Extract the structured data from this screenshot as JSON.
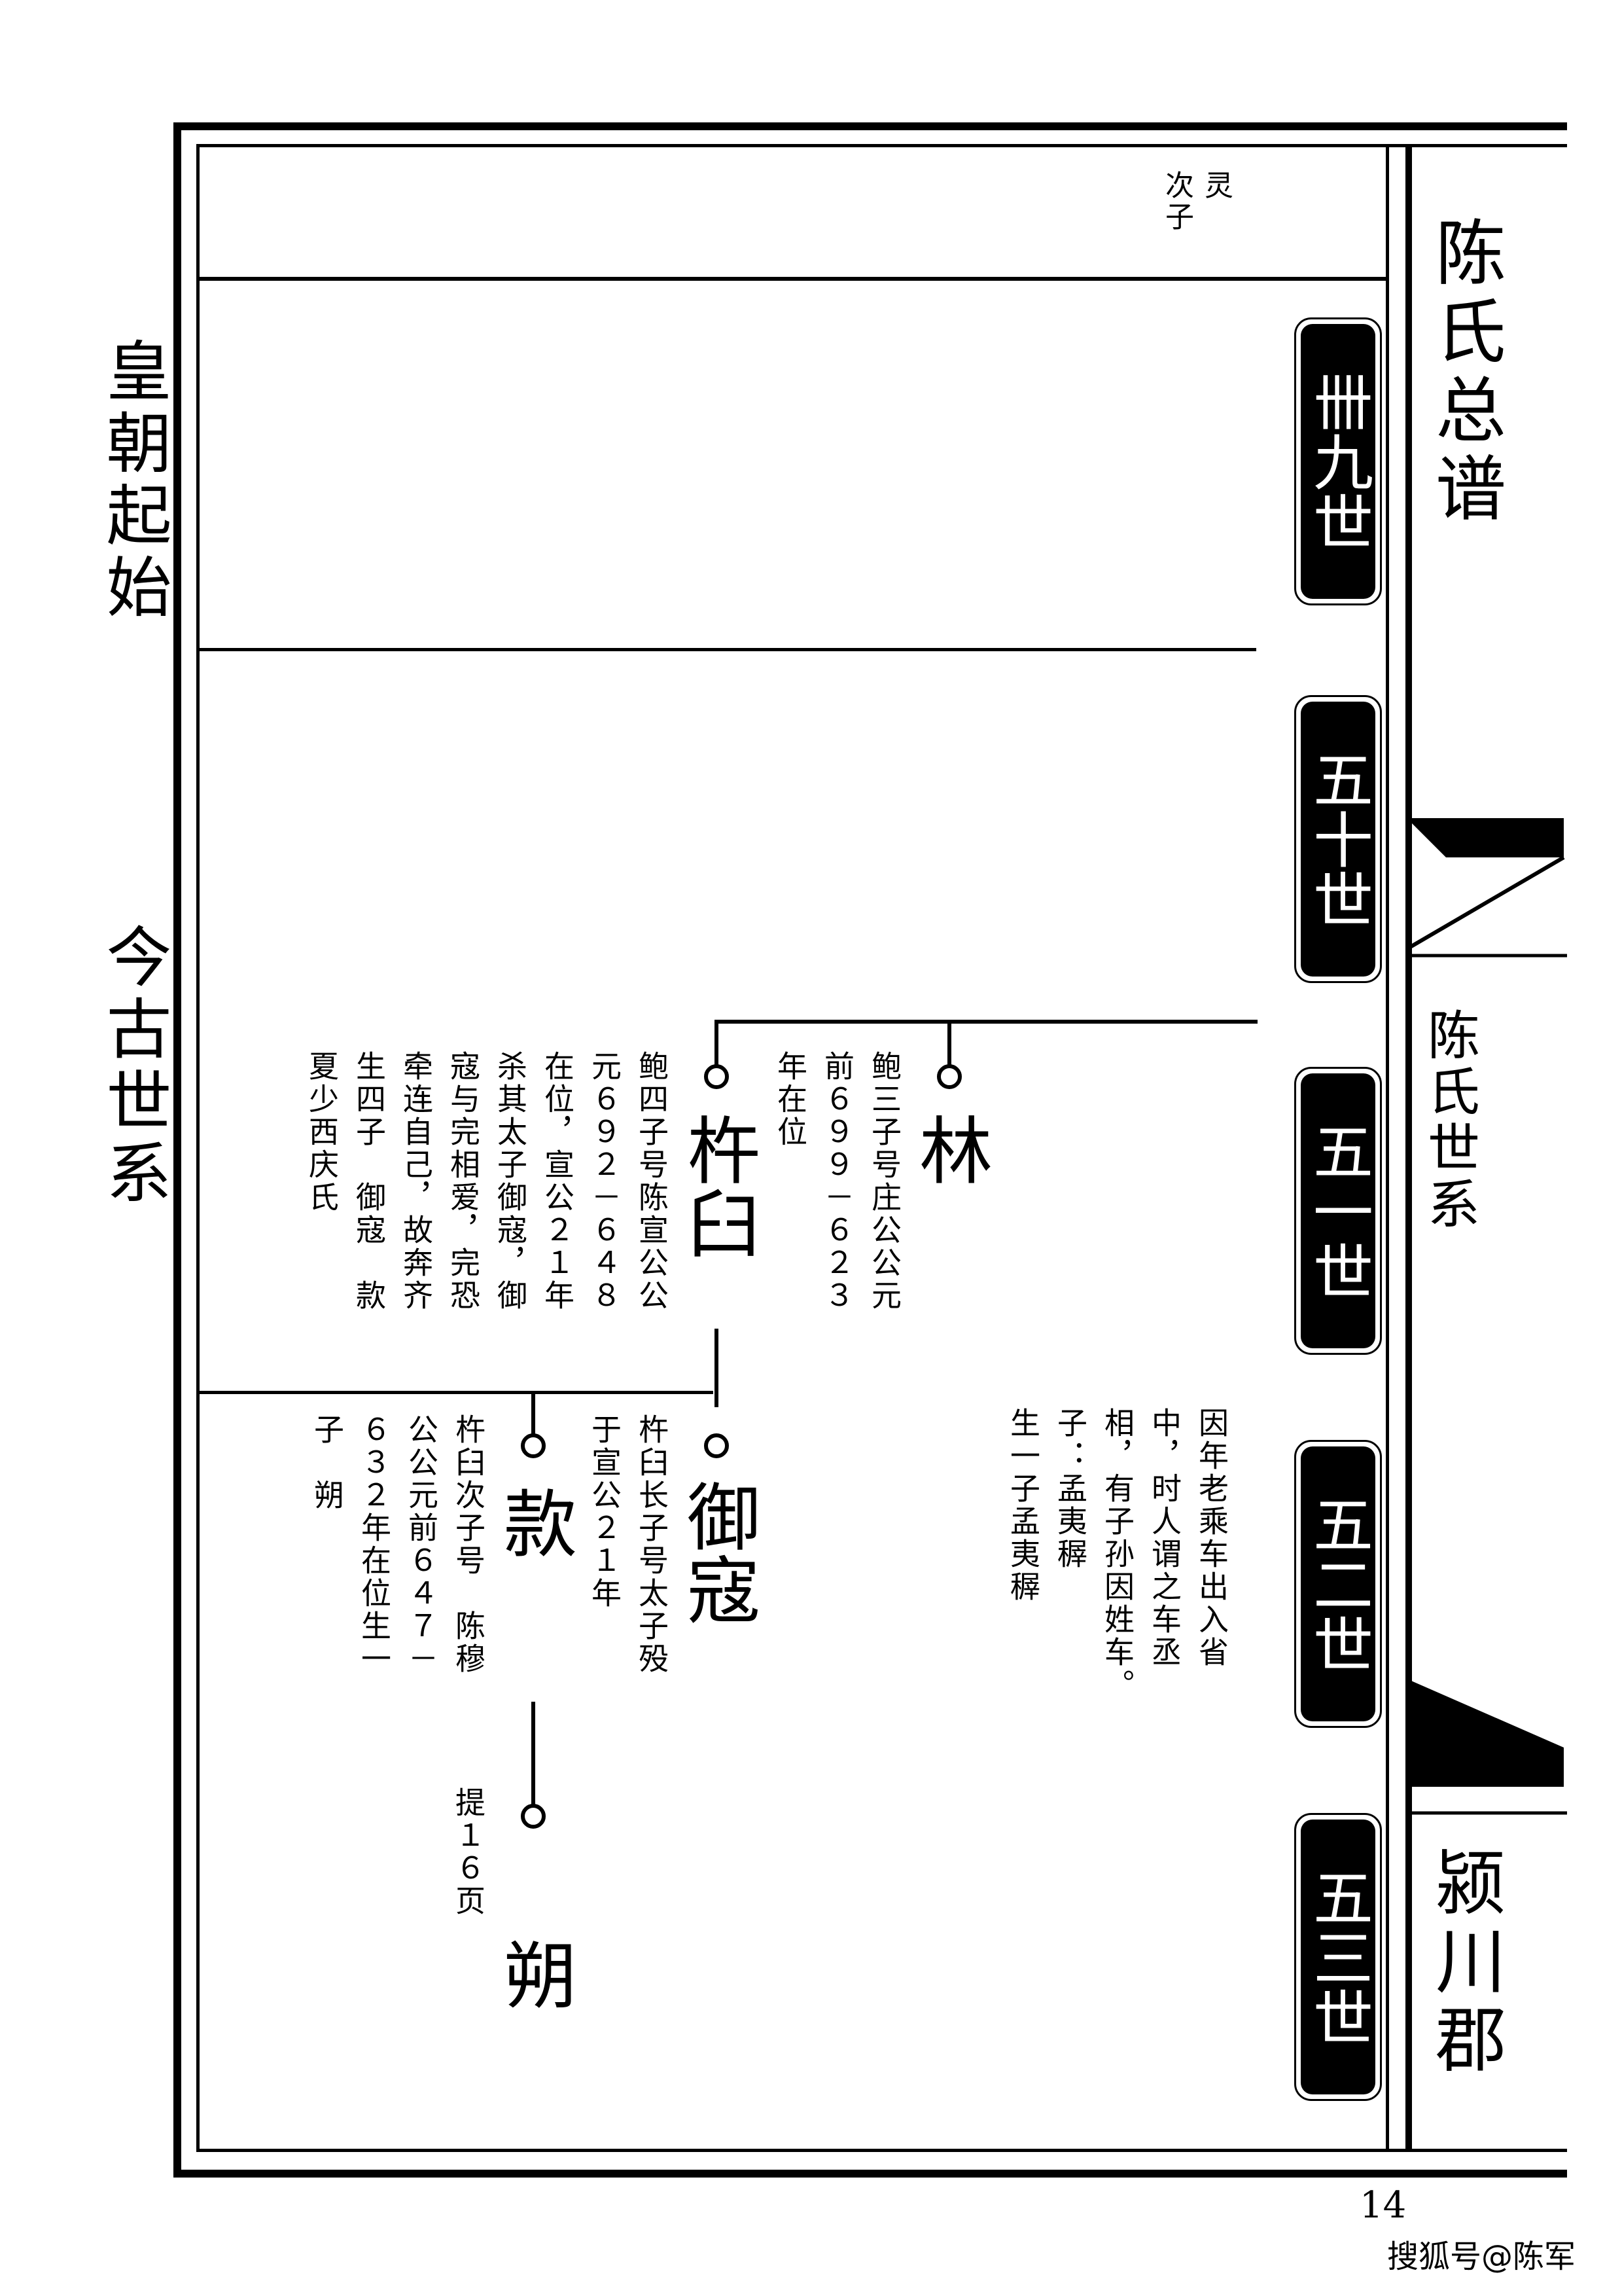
{
  "side": {
    "left_top": "皇朝起始",
    "left_bottom": "今古世系",
    "right_top": "陈氏总谱",
    "right_mid": "陈氏世系",
    "right_bottom": "颍川郡"
  },
  "top_note": {
    "col1": "灵",
    "col2": "次子"
  },
  "generations": [
    "卌九世",
    "五十世",
    "五一世",
    "五二世",
    "五三世"
  ],
  "persons": {
    "lin": {
      "name": "林",
      "bio": [
        "鲍三子号庄公公元",
        "前６９９－６２３",
        "年在位"
      ],
      "note": [
        "因年老乘车出入省",
        "中，时人谓之车丞",
        "相，有子孙因姓车。",
        "子：孟夷稺",
        "生一子孟夷稺"
      ]
    },
    "chujiu": {
      "name": "杵臼",
      "bio": [
        "鲍四子号陈宣公公",
        "元６９２－６４８",
        "在位，宣公２１年",
        "杀其太子御寇，御",
        "寇与完相爱，完恐",
        "牵连自己，故奔齐",
        "生四子　御寇　款",
        "夏少西庆氏"
      ]
    },
    "yukou": {
      "name": "御寇",
      "bio": [
        "杵臼长子号太子殁",
        "于宣公２１年"
      ]
    },
    "kuan": {
      "name": "款",
      "bio": [
        "杵臼次子号　陈穆",
        "公公元前６４７－",
        "６３２年在位生一",
        "子　朔"
      ],
      "ref": "提１６页"
    },
    "shuo": {
      "name": "朔"
    }
  },
  "footer": {
    "page_number": "14",
    "watermark": "搜狐号@陈军"
  }
}
